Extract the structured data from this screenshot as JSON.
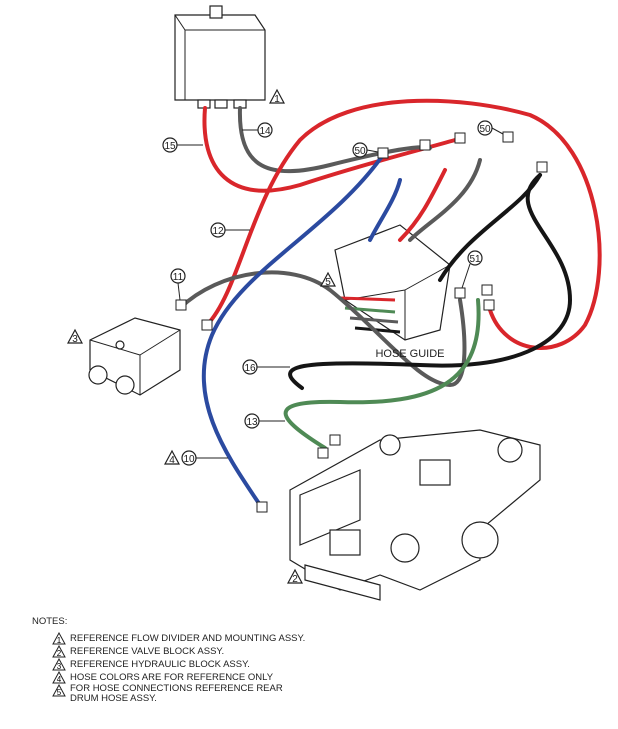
{
  "diagram": {
    "callouts": {
      "c15": "15",
      "c14": "14",
      "c12": "12",
      "c11": "11",
      "c50a": "50",
      "c50b": "50",
      "c51": "51",
      "c16": "16",
      "c13": "13",
      "c10": "10"
    },
    "flags": {
      "f1": "1",
      "f2": "2",
      "f3": "3",
      "f4": "4",
      "f5": "5"
    },
    "hose_guide_label": "HOSE GUIDE",
    "hose_colors": {
      "red": "#d9262b",
      "gray": "#5a5a5a",
      "blue": "#2b4aa0",
      "green": "#4f8a55",
      "black": "#151515"
    }
  },
  "notes": {
    "title": "NOTES:",
    "items": [
      {
        "flag": "1",
        "text": "REFERENCE FLOW DIVIDER AND MOUNTING ASSY."
      },
      {
        "flag": "2",
        "text": "REFERENCE VALVE BLOCK ASSY."
      },
      {
        "flag": "3",
        "text": "REFERENCE HYDRAULIC BLOCK ASSY."
      },
      {
        "flag": "4",
        "text": "HOSE COLORS ARE FOR REFERENCE ONLY"
      },
      {
        "flag": "5",
        "text": "FOR HOSE CONNECTIONS REFERENCE REAR DRUM HOSE ASSY."
      }
    ]
  }
}
